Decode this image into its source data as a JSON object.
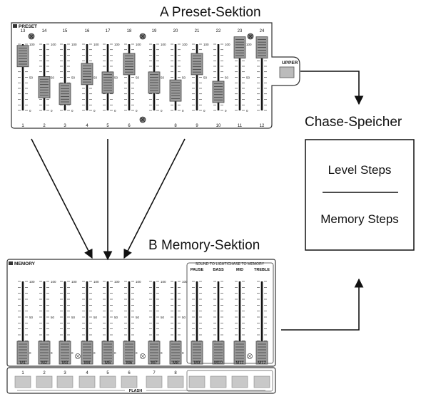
{
  "labels": {
    "preset_section": "A Preset-Sektion",
    "memory_section": "B Memory-Sektion",
    "chase_memory": "Chase-Speicher",
    "level_steps": "Level Steps",
    "memory_steps": "Memory Steps"
  },
  "preset_panel": {
    "title": "PRESET",
    "upper_button": "UPPER",
    "top_numbers": [
      "13",
      "14",
      "15",
      "16",
      "17",
      "18",
      "19",
      "20",
      "21",
      "22",
      "23",
      "24"
    ],
    "bottom_numbers": [
      "1",
      "2",
      "3",
      "4",
      "5",
      "6",
      "8",
      "9",
      "10",
      "11",
      "12"
    ],
    "scale": [
      "100",
      "50",
      "0"
    ],
    "fader_levels": [
      0.82,
      0.35,
      0.25,
      0.55,
      0.42,
      0.7,
      0.42,
      0.3,
      0.7,
      0.28,
      0.95,
      0.95
    ]
  },
  "memory_panel": {
    "title": "MEMORY",
    "sound_header": "SOUND TO LIGHT/CHASE TO MEMORY",
    "sound_labels": [
      "PAUSE",
      "BASS",
      "MID",
      "TREBLE"
    ],
    "channel_labels": [
      "M1",
      "M2",
      "M3",
      "M4",
      "M5",
      "M6",
      "M7",
      "M8",
      "M9",
      "M10",
      "M11",
      "M12"
    ],
    "scale": [
      "100",
      "50",
      "0"
    ],
    "fader_levels": [
      0,
      0,
      0,
      0,
      0,
      0,
      0,
      0,
      0,
      0,
      0,
      0
    ],
    "flash_numbers": [
      "1",
      "2",
      "3",
      "4",
      "5",
      "6",
      "7",
      "8"
    ],
    "flash_label": "FLASH"
  },
  "colors": {
    "line": "#111111",
    "panel_border": "#333333",
    "knob_fill": "#9a9a9a",
    "button_fill": "#c8c8c8"
  }
}
